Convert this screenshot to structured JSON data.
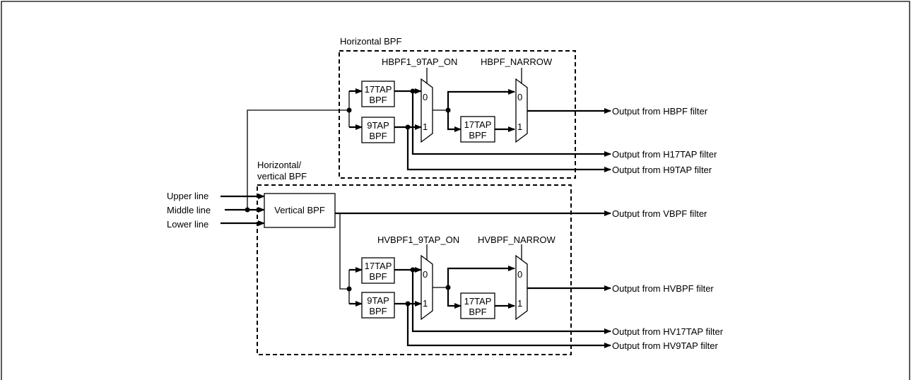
{
  "sections": {
    "horizontal_bpf": "Horizontal BPF",
    "hv_bpf_line1": "Horizontal/",
    "hv_bpf_line2": "vertical BPF"
  },
  "inputs": {
    "upper": "Upper line",
    "middle": "Middle line",
    "lower": "Lower line"
  },
  "blocks": {
    "tap17_l1": "17TAP",
    "tap17_l2": "BPF",
    "tap9_l1": "9TAP",
    "tap9_l2": "BPF",
    "vertical_bpf": "Vertical BPF"
  },
  "controls": {
    "hbpf1_9tap_on": "HBPF1_9TAP_ON",
    "hbpf_narrow": "HBPF_NARROW",
    "hvbpf1_9tap_on": "HVBPF1_9TAP_ON",
    "hvbpf_narrow": "HVBPF_NARROW"
  },
  "mux": {
    "zero": "0",
    "one": "1"
  },
  "outputs": {
    "hbpf": "Output from HBPF filter",
    "h17tap": "Output from H17TAP filter",
    "h9tap": "Output from H9TAP filter",
    "vbpf": "Output from VBPF filter",
    "hvbpf": "Output from HVBPF filter",
    "hv17tap": "Output from HV17TAP filter",
    "hv9tap": "Output from HV9TAP filter"
  }
}
